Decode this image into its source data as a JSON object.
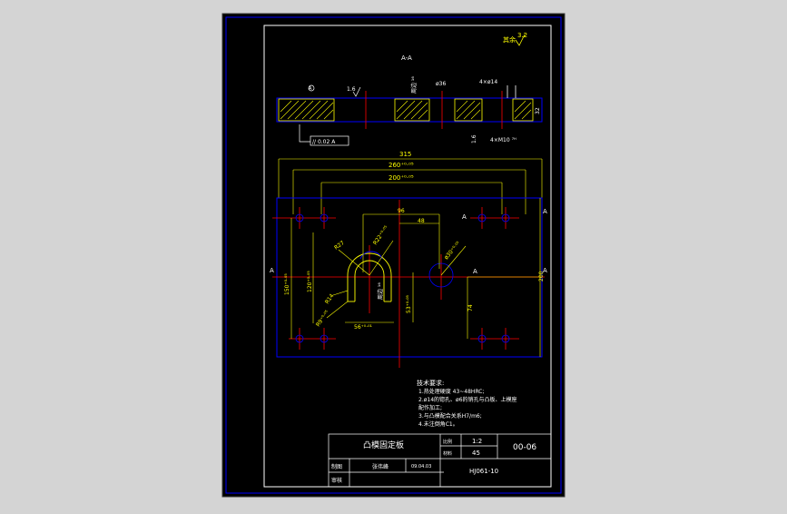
{
  "drawing": {
    "section_label": "A-A",
    "roughness_other": "其余",
    "roughness_other_value": "3.2",
    "roughness_top": "1.6",
    "roughness_side": "1.6",
    "roughness_hole": "1.6",
    "parallelism_frame": "// 0.02 A",
    "datum_marker": "A",
    "hole_dia_36": "ø36",
    "hole_4x14": "4×ø14",
    "thread_note": "4×M10 ⁷ᴴ",
    "dim_32": "32",
    "dim_side_note": "周边 ¹⁶",
    "dim_315": "315",
    "dim_260": "260⁺⁰·⁰⁵",
    "dim_200_top": "200⁺⁰·⁰⁵",
    "dim_96": "96",
    "dim_48": "48",
    "dim_r27": "R27",
    "dim_r22": "R22⁺⁰·⁰⁵",
    "dim_r14": "R14",
    "dim_r9": "R9⁺⁰·⁰⁵",
    "dim_d30": "ø30⁺⁰·⁰⁵",
    "dim_150": "150⁺⁰·⁰⁵",
    "dim_120": "120⁺⁰·⁰⁵",
    "dim_56": "56⁺⁰·⁰¹",
    "dim_53": "53⁺⁰·⁰⁵",
    "dim_74": "74",
    "dim_200_right": "200",
    "section_a_left": "A",
    "section_a_right": "A",
    "section_a_top_right": "A",
    "section_a_top_mid": "A",
    "section_a_mid": "A"
  },
  "notes": {
    "title": "技术要求:",
    "lines": [
      "1.热处理硬度 43~48HRC;",
      "2.ø14的锪孔、ø6的销孔与凸板、上模座",
      "  配作加工;",
      "3.与凸模配合关系H7/m6;",
      "4.未注倒角C1。"
    ]
  },
  "title_block": {
    "part_name": "凸模固定板",
    "scale_label": "比例",
    "scale_value": "1:2",
    "material_label": "材料",
    "material_value": "45",
    "drawing_number": "00-06",
    "drawn_label": "制图",
    "drawn_name": "张伟峰",
    "drawn_date": "09.04.03",
    "check_label": "审核",
    "school": "HJ061-10"
  },
  "colors": {
    "border": "#ffffff",
    "outer_frame": "#0000ff",
    "part_outline": "#0000ff",
    "hatch": "#ffff00",
    "dims": "#ffff00",
    "center": "#ff0000",
    "text": "#ffffff"
  }
}
